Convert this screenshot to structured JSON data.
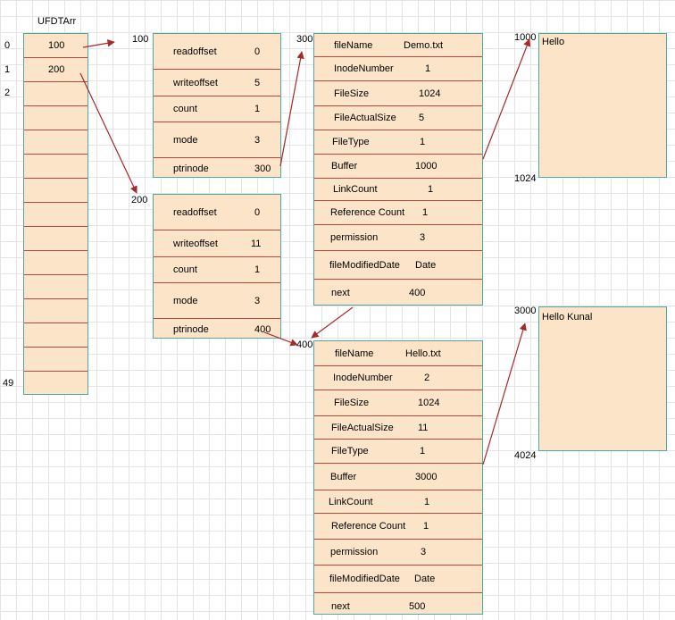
{
  "ufdt": {
    "title": "UFDTArr",
    "index_labels": [
      "0",
      "1",
      "2",
      "49"
    ],
    "cells": [
      "100",
      "200",
      "",
      "",
      "",
      "",
      "",
      "",
      "",
      "",
      "",
      "",
      "",
      "",
      "",
      ""
    ]
  },
  "filetables": [
    {
      "address": "100",
      "rows": [
        {
          "key": "readoffset",
          "value": "0"
        },
        {
          "key": "writeoffset",
          "value": "5"
        },
        {
          "key": "count",
          "value": "1"
        },
        {
          "key": "mode",
          "value": "3"
        },
        {
          "key": "ptrinode",
          "value": "300"
        }
      ]
    },
    {
      "address": "200",
      "rows": [
        {
          "key": "readoffset",
          "value": "0"
        },
        {
          "key": "writeoffset",
          "value": "11"
        },
        {
          "key": "count",
          "value": "1"
        },
        {
          "key": "mode",
          "value": "3"
        },
        {
          "key": "ptrinode",
          "value": "400"
        }
      ]
    }
  ],
  "inodes": [
    {
      "address": "300",
      "rows": [
        {
          "key": "fileName",
          "value": "Demo.txt"
        },
        {
          "key": "InodeNumber",
          "value": "1"
        },
        {
          "key": "FileSize",
          "value": "1024"
        },
        {
          "key": "FileActualSize",
          "value": "5"
        },
        {
          "key": "FileType",
          "value": "1"
        },
        {
          "key": "Buffer",
          "value": "1000"
        },
        {
          "key": "LinkCount",
          "value": "1"
        },
        {
          "key": "Reference Count",
          "value": "1"
        },
        {
          "key": "permission",
          "value": "3"
        },
        {
          "key": "fileModifiedDate",
          "value": "Date"
        },
        {
          "key": "next",
          "value": "400"
        }
      ]
    },
    {
      "address": "400",
      "rows": [
        {
          "key": "fileName",
          "value": "Hello.txt"
        },
        {
          "key": "InodeNumber",
          "value": "2"
        },
        {
          "key": "FileSize",
          "value": "1024"
        },
        {
          "key": "FileActualSize",
          "value": "11"
        },
        {
          "key": "FileType",
          "value": "1"
        },
        {
          "key": "Buffer",
          "value": "3000"
        },
        {
          "key": "LinkCount",
          "value": "1"
        },
        {
          "key": "Reference Count",
          "value": "1"
        },
        {
          "key": "permission",
          "value": "3"
        },
        {
          "key": "fileModifiedDate",
          "value": "Date"
        },
        {
          "key": "next",
          "value": "500"
        }
      ]
    }
  ],
  "buffers": [
    {
      "start": "1000",
      "end": "1024",
      "content": "Hello"
    },
    {
      "start": "3000",
      "end": "4024",
      "content": "Hello Kunal"
    }
  ],
  "colors": {
    "box_fill": "#fbe4c8",
    "box_border": "#4fa8a1",
    "row_divider": "#b8473f",
    "arrow": "#a52a2a",
    "grid": "#e4e4e4"
  }
}
